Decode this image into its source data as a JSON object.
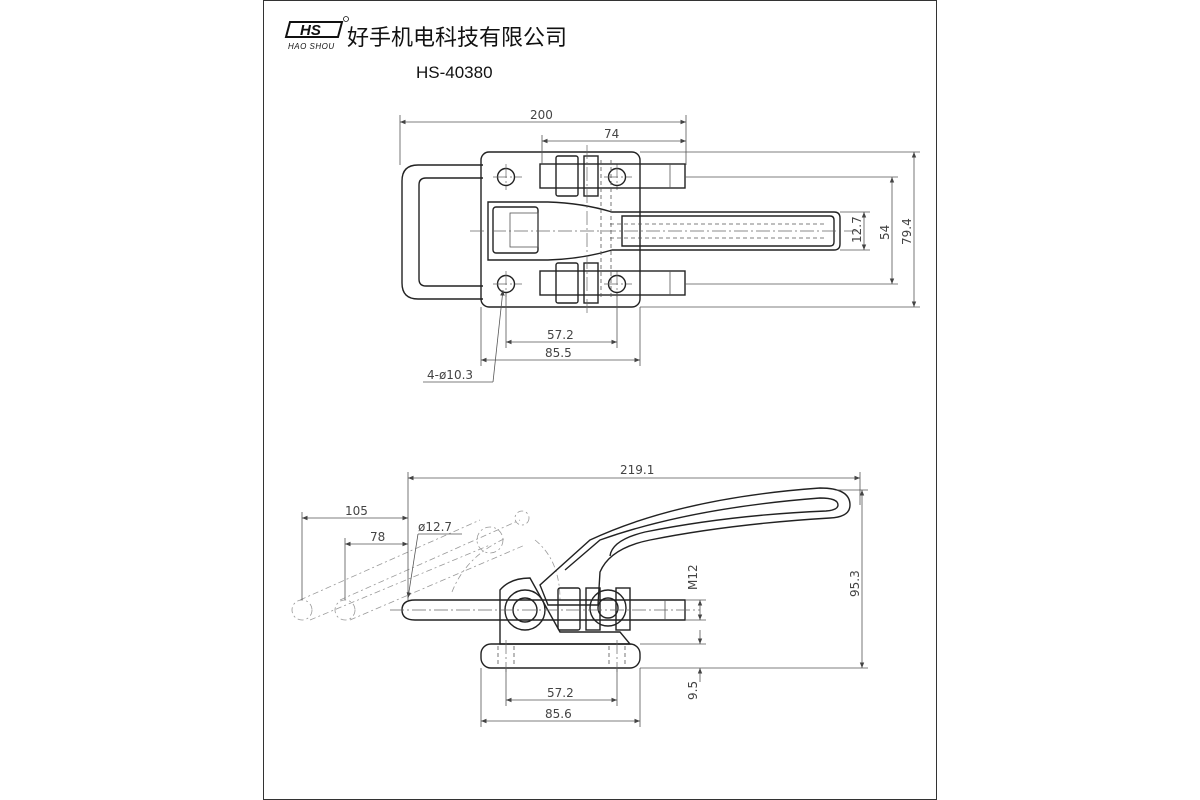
{
  "title_block": {
    "logo_text": "HS",
    "logo_subtext": "HAO SHOU",
    "company_name": "好手机电科技有限公司",
    "model_code": "HS-40380"
  },
  "dimensions": {
    "top_view": {
      "overall_length": "200",
      "bolt_pitch": "74",
      "rod_diameter": "12.7",
      "hole_span": "54",
      "overall_width": "79.4",
      "hole_spacing": "57.2",
      "base_width": "85.5",
      "mounting_holes": "4-ø10.3"
    },
    "side_view": {
      "overall_length": "219.1",
      "open_reach": "105",
      "open_reach_inner": "78",
      "knob_diameter": "ø12.7",
      "thread": "M12",
      "overall_height": "95.3",
      "base_thickness": "9.5",
      "hole_spacing": "57.2",
      "base_length": "85.6"
    }
  }
}
